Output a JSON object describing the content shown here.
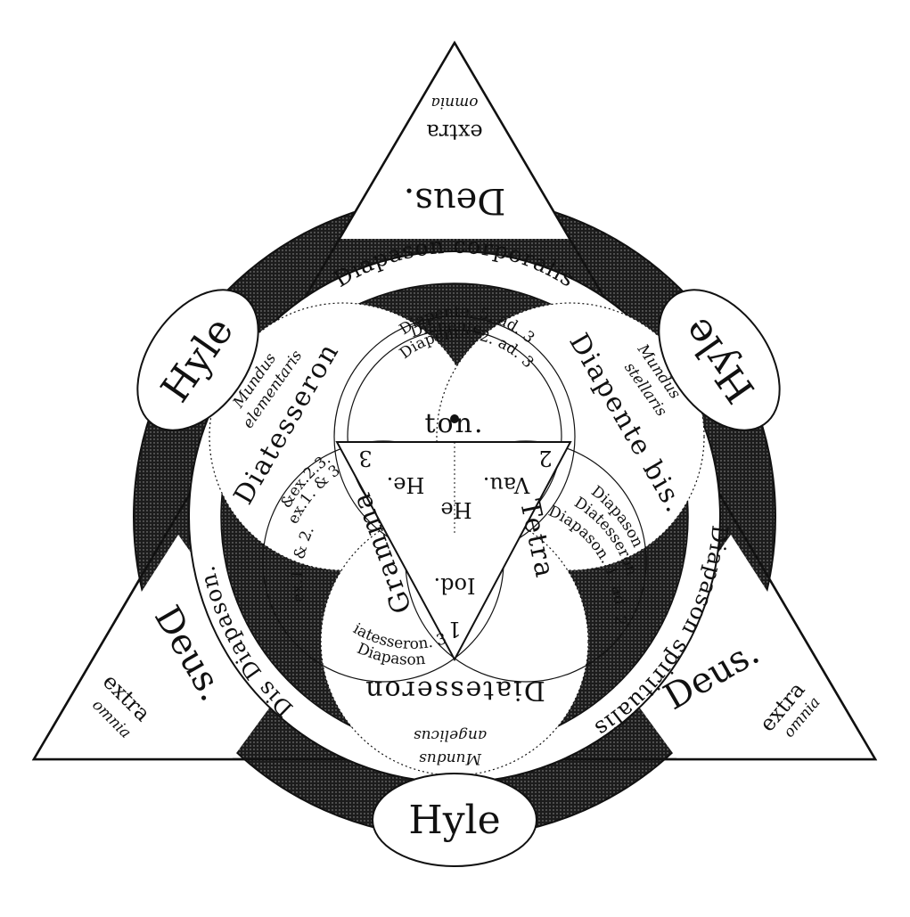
{
  "colors": {
    "ink": "#111111",
    "paper": "#ffffff",
    "band": "#262626"
  },
  "hyle_label": "Hyle",
  "deus_label": "Deus.",
  "extra_label": "extra",
  "omnia_label": "omnia",
  "bands": {
    "top": "Diapason corporalis",
    "right": "Diapason spiritualis",
    "left": "Dis Diapason."
  },
  "worlds": {
    "elemental": {
      "word1": "Mundus",
      "word2": "elementaris"
    },
    "stellar": {
      "word1": "Mundus",
      "word2": "stellaris"
    },
    "angelic": {
      "word1": "Mundus",
      "word2": "angelicus"
    }
  },
  "circle_titles": {
    "left": "Diatesseron",
    "right": "Diapente bis.",
    "bottom": "Diatesseron"
  },
  "arcs": {
    "top_outer": "Diapente.",
    "top_mid": "Diapente. 5. ad. 3",
    "top_inner": "Diapente. 2. ad. 3",
    "left_outer": "&ex.2.3.",
    "left_mid": "&ex.1. & 3.",
    "left_inner": "ex.1. & 2.",
    "right_outer": "Diapason",
    "right_mid": "Diatesseron",
    "right_inner": "Diapason. 1. ad. 2.",
    "bottom_outer": "Diapason",
    "bottom_inner": "Diatesseron. 3."
  },
  "center": {
    "ton": "ton.",
    "vau": "Vau.",
    "he_left": "He.",
    "he_mid": "He",
    "iod": "Iod.",
    "tetra": "Tetra",
    "gramma": "Gramma",
    "num1": "1",
    "num2": "2",
    "num3": "3"
  }
}
